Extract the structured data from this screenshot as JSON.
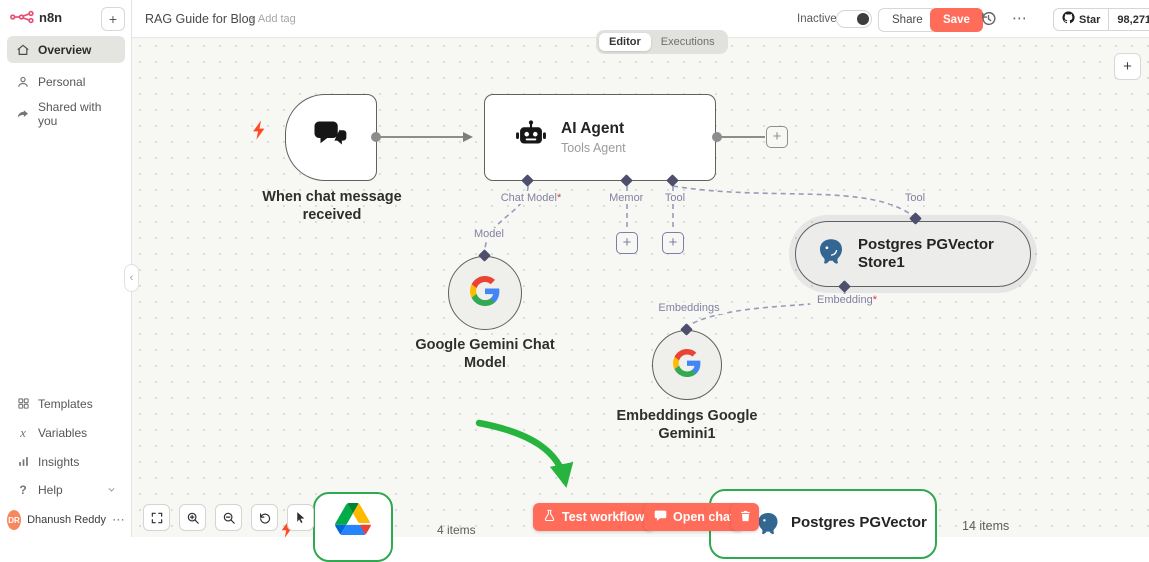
{
  "brand": {
    "name": "n8n"
  },
  "glyphs": {
    "plus": "+",
    "more": "⋯",
    "collapse": "‹",
    "question": "?",
    "variables_x": "x"
  },
  "sidebar": {
    "items": [
      {
        "label": "Overview"
      },
      {
        "label": "Personal"
      },
      {
        "label": "Shared with you"
      }
    ],
    "secondary": [
      {
        "label": "Templates"
      },
      {
        "label": "Variables"
      },
      {
        "label": "Insights"
      },
      {
        "label": "Help"
      }
    ],
    "user": {
      "name": "Dhanush Reddy",
      "initials": "DR"
    }
  },
  "topbar": {
    "title": "RAG Guide for Blog",
    "add_tag": "+ Add tag",
    "tabs": {
      "editor": "Editor",
      "executions": "Executions"
    },
    "inactive_label": "Inactive",
    "share_label": "Share",
    "save_label": "Save",
    "star_label": "Star",
    "star_count": "98,271"
  },
  "canvas": {
    "trigger_title": "When chat message received",
    "agent_title": "AI Agent",
    "agent_subtitle": "Tools Agent",
    "gemini_chat_title": "Google Gemini Chat Model",
    "pgvector_title": "Postgres PGVector Store1",
    "embeddings_title": "Embeddings Google Gemini1",
    "pgvector2_title": "Postgres PGVector",
    "items_left": "4 items",
    "items_right": "14 items",
    "ports": {
      "chat_model": "Chat Model",
      "memory": "Memory",
      "tool": "Tool",
      "model": "Model",
      "tool_link": "Tool",
      "embedding": "Embedding",
      "embeddings_link": "Embeddings",
      "required_mark": "*"
    },
    "buttons": {
      "test": "Test workflow",
      "open_chat": "Open chat"
    }
  },
  "icons": {
    "trigger": "chat-bubbles-icon",
    "agent": "robot-icon",
    "gemini": "google-g-icon",
    "pgvector": "postgres-elephant-icon",
    "drive": "google-drive-icon",
    "test": "flask-icon",
    "open_chat": "chat-bubble-icon",
    "delete": "trash-icon",
    "trigger_bolt": "lightning-bolt-icon"
  },
  "colors": {
    "accent": "#ff6d5a",
    "brand": "#ea4b71",
    "success_green": "#27b43e",
    "node_border": "#606060",
    "connector": "#9a9ab8",
    "postgres_blue": "#336791"
  }
}
